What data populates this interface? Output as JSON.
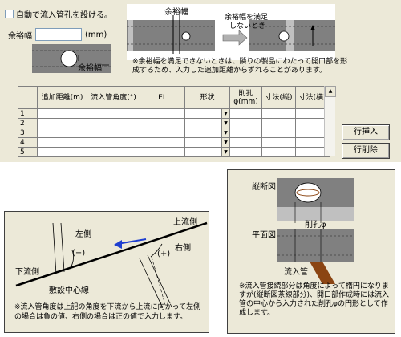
{
  "top": {
    "auto_checkbox_label": "自動で流入管孔を設ける。",
    "margin_label": "余裕幅",
    "margin_value": "",
    "margin_unit": "(mm)",
    "illus_small_label": "余裕幅",
    "illus_top_label": "余裕幅",
    "illus_top_caption_line1": "余裕幅を満足",
    "illus_top_caption_line2": "しないとき",
    "note_line1": "※余裕幅を満足できないときは、隣りの製品にわたって開口部を形",
    "note_line2": "成するため、入力した追加距離からずれることがあります。"
  },
  "grid": {
    "headers": [
      "追加距離(m)",
      "流入管角度(°)",
      "EL",
      "形状",
      "削孔φ(mm)",
      "寸法(縦)",
      "寸法(横)"
    ],
    "rows": [
      {
        "num": "1",
        "cells": [
          "",
          "",
          "",
          "",
          "",
          "",
          ""
        ]
      },
      {
        "num": "2",
        "cells": [
          "",
          "",
          "",
          "",
          "",
          "",
          ""
        ]
      },
      {
        "num": "3",
        "cells": [
          "",
          "",
          "",
          "",
          "",
          "",
          ""
        ]
      },
      {
        "num": "4",
        "cells": [
          "",
          "",
          "",
          "",
          "",
          "",
          ""
        ]
      },
      {
        "num": "5",
        "cells": [
          "",
          "",
          "",
          "",
          "",
          "",
          ""
        ]
      }
    ]
  },
  "buttons": {
    "insert_row": "行挿入",
    "delete_row": "行削除"
  },
  "left_diagram": {
    "upstream": "上流側",
    "left_side": "左側",
    "right_side": "右側",
    "downstream": "下流側",
    "minus": "(−)",
    "plus": "(+)",
    "centerline": "敷設中心線",
    "note": "※流入管角度は上記の角度を下流から上流に向かって左側の場合は負の値、右側の場合は正の値で入力します。"
  },
  "right_diagram": {
    "longitudinal": "縦断図",
    "bore": "削孔φ",
    "plan": "平面図",
    "inflow_pipe": "流入管",
    "note": "※流入管接続部分は角度によって楕円になりますが(縦断図茶線部分)、開口部作成時には流入管の中心から入力された削孔φの円形として作成します。"
  },
  "colors": {
    "panel_bg": "#ece9d8",
    "pipe_gray": "#808080",
    "pipe_light": "#c0c0c0",
    "arrow_blue": "#1f3fd0",
    "inflow_brown": "#8b4513"
  }
}
